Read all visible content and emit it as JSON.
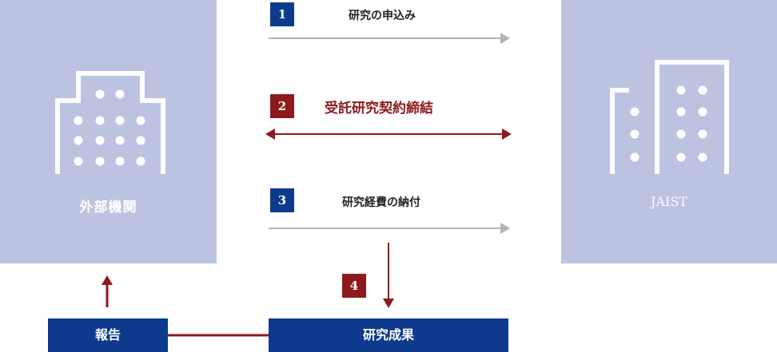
{
  "colors": {
    "panel": "#bcc3e1",
    "navy": "#0d3a8c",
    "crimson": "#8d1a1d",
    "gray_arrow": "#b3b3b3",
    "white": "#ffffff"
  },
  "left_panel": {
    "label": "外部機関",
    "icon": "building-icon"
  },
  "right_panel": {
    "logo_text": "JAIST",
    "icon": "buildings-icon"
  },
  "steps": [
    {
      "number": "1",
      "label": "研究の申込み"
    },
    {
      "number": "2",
      "label": "受託研究契約締結"
    },
    {
      "number": "3",
      "label": "研究経費の納付"
    },
    {
      "number": "4",
      "label": ""
    }
  ],
  "boxes": {
    "report": "報告",
    "results": "研究成果"
  }
}
